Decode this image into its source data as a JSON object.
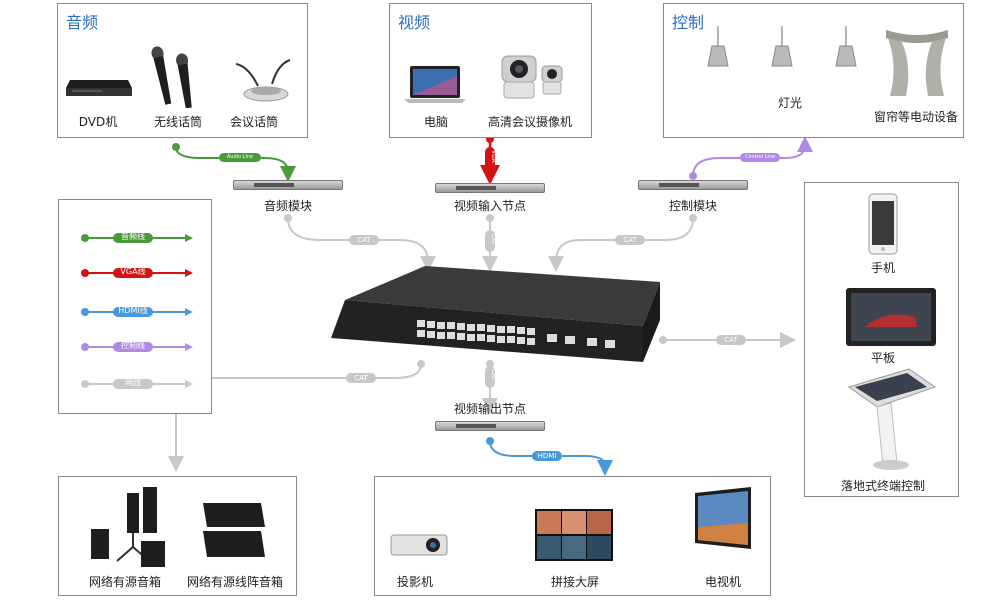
{
  "sections": {
    "audio": {
      "title": "音频",
      "items": [
        "DVD机",
        "无线话筒",
        "会议话筒"
      ]
    },
    "video": {
      "title": "视频",
      "items": [
        "电脑",
        "高清会议摄像机"
      ]
    },
    "control": {
      "title": "控制",
      "items": [
        "灯光",
        "窗帘等电动设备"
      ]
    },
    "terminals": {
      "items": [
        "手机",
        "平板",
        "落地式终端控制"
      ]
    },
    "speakers": {
      "items": [
        "网络有源音箱",
        "网络有源线阵音箱"
      ]
    },
    "displays": {
      "items": [
        "投影机",
        "拼接大屏",
        "电视机"
      ]
    }
  },
  "nodes": {
    "audio_module": "音频模块",
    "video_input": "视频输入节点",
    "control_module": "控制模块",
    "video_output": "视频输出节点"
  },
  "links": {
    "audio_line": "Audio Line",
    "vga": "VGA",
    "control_line": "Control Line",
    "cat": "CAT",
    "hdmi": "HDMI"
  },
  "legend": [
    {
      "label": "音频线",
      "color": "#4a9a3c"
    },
    {
      "label": "VGA线",
      "color": "#d21414"
    },
    {
      "label": "HDMI线",
      "color": "#4a98dc"
    },
    {
      "label": "控制线",
      "color": "#b08ae0"
    },
    {
      "label": "网线",
      "color": "#c8c8c8"
    }
  ],
  "colors": {
    "title": "#2a6fc4",
    "cat": "#c8c8c8"
  }
}
